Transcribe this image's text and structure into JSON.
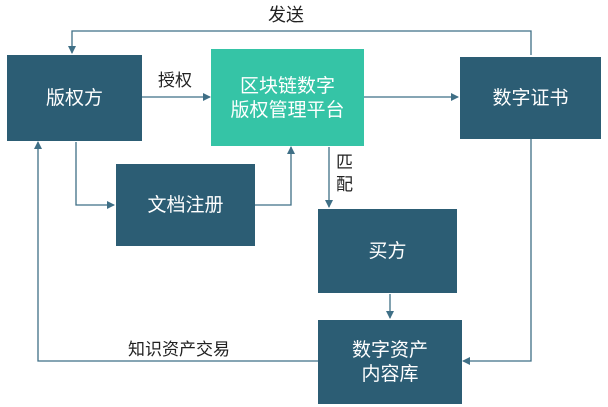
{
  "nodes": {
    "copyright_owner": "版权方",
    "platform_line1": "区块链数字",
    "platform_line2": "版权管理平台",
    "certificate": "数字证书",
    "doc_registration": "文档注册",
    "buyer": "买方",
    "library_line1": "数字资产",
    "library_line2": "内容库"
  },
  "edges": {
    "send": "发送",
    "authorize": "授权",
    "match_line1": "匹",
    "match_line2": "配",
    "trade": "知识资产交易"
  },
  "colors": {
    "box": "#2c5d74",
    "platform": "#35c4a6",
    "line": "#3f6f86"
  }
}
